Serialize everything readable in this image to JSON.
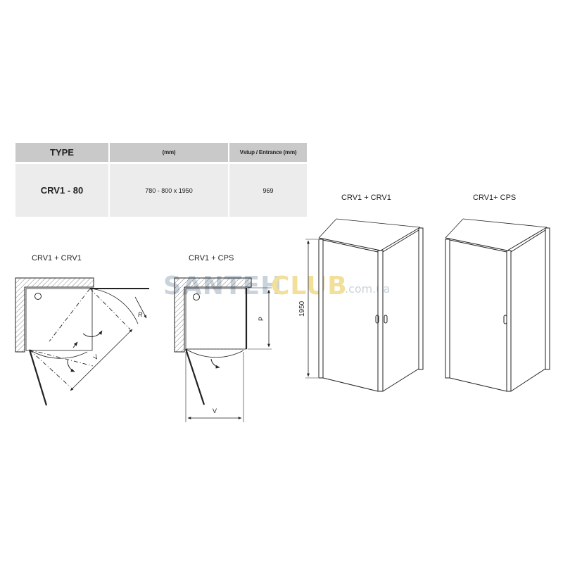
{
  "table": {
    "headers": [
      "TYPE",
      "(mm)",
      "Vstup / Entrance (mm)"
    ],
    "rows": [
      [
        "CRV1 - 80",
        "780 - 800 x 1950",
        "969"
      ]
    ]
  },
  "plans": {
    "left_title": "CRV1 + CRV1",
    "right_title": "CRV1 + CPS",
    "label_r": "R",
    "label_v_left": "V",
    "label_p": "P",
    "label_v_right": "V"
  },
  "views": {
    "left_title": "CRV1 + CRV1",
    "right_title": "CRV1+ CPS",
    "height_label": "1950"
  },
  "watermark": {
    "brand_a": "SANTEH",
    "brand_b": "CLUB",
    "domain": ".com.ua"
  },
  "colors": {
    "header_bg": "#c9c9c9",
    "cell_bg": "#ececec",
    "watermark_gray": "#c9d3dc",
    "watermark_yellow": "#f1df9a"
  }
}
